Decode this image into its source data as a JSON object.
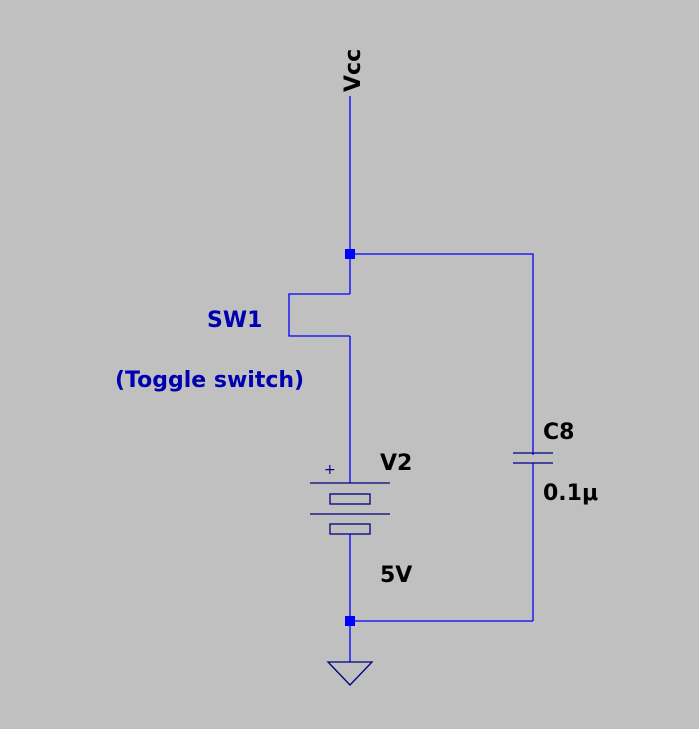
{
  "schematic": {
    "net_labels": [
      {
        "name": "Vcc"
      }
    ],
    "components": {
      "switch": {
        "ref": "SW1",
        "description": "(Toggle switch)"
      },
      "source": {
        "ref": "V2",
        "value": "5V",
        "polarity_symbol": "+"
      },
      "capacitor": {
        "ref": "C8",
        "value": "0.1μ"
      },
      "ground": {
        "symbol": "ground-icon"
      }
    },
    "colors": {
      "background": "#c0c0c0",
      "wire": "#0000ff",
      "component": "#000080",
      "label_blue": "#0000b0",
      "label_black": "#000000"
    }
  }
}
